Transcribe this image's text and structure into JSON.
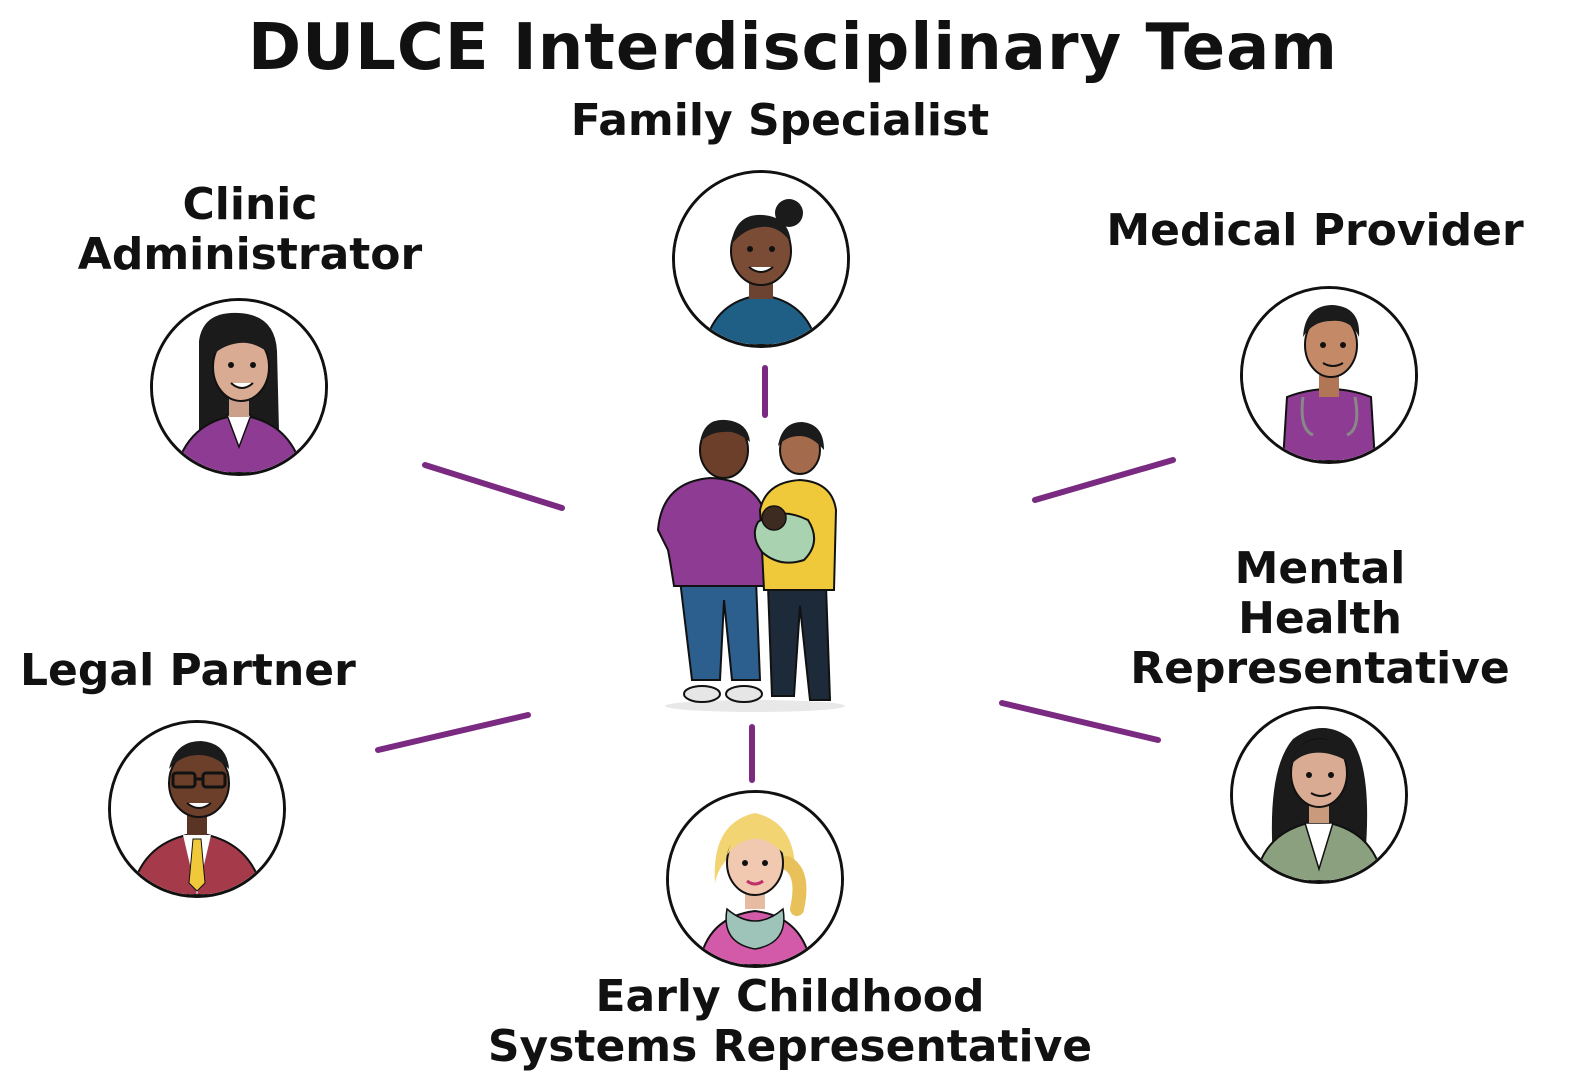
{
  "title": "DULCE Interdisciplinary Team",
  "colors": {
    "connector": "#7b2a82",
    "purple": "#8e3b93",
    "teal": "#1f5f86",
    "yellow": "#f0c93a",
    "green": "#8aa07f",
    "pink": "#d35aa8",
    "maroon": "#a53a4a"
  },
  "roles": {
    "family_specialist": "Family Specialist",
    "clinic_administrator": [
      "Clinic",
      "Administrator"
    ],
    "medical_provider": "Medical Provider",
    "legal_partner": "Legal Partner",
    "mental_health": [
      "Mental",
      "Health",
      "Representative"
    ],
    "early_childhood": [
      "Early Childhood",
      "Systems Representative"
    ]
  }
}
